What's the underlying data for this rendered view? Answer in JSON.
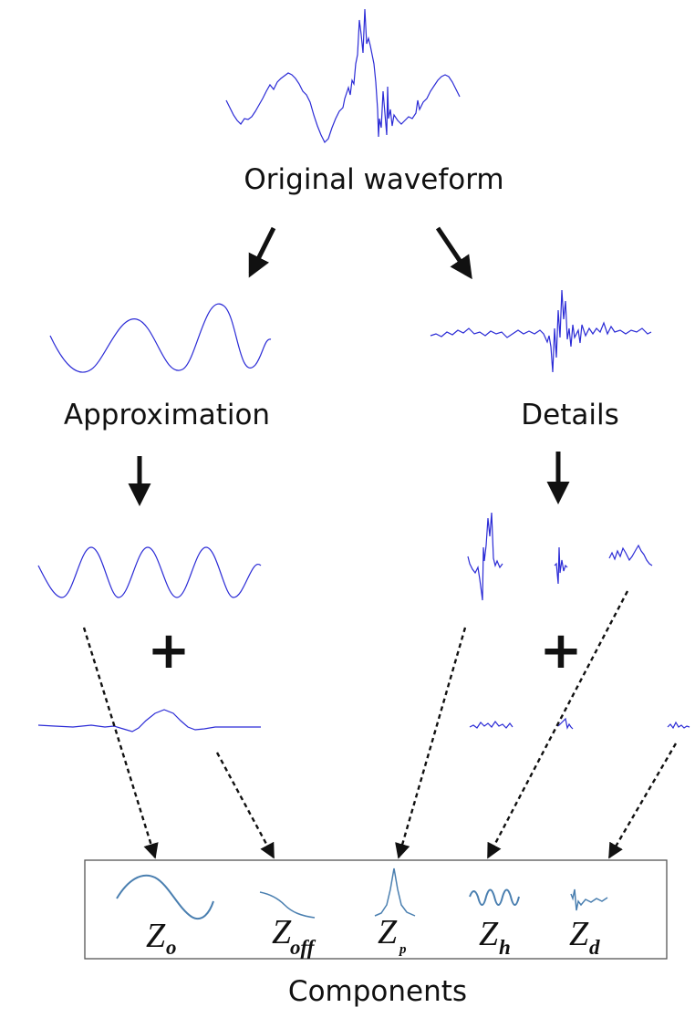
{
  "labels": {
    "original": "Original waveform",
    "approximation": "Approximation",
    "details": "Details",
    "components": "Components",
    "plus": "+"
  },
  "components": [
    {
      "base": "Z",
      "sub": "o"
    },
    {
      "base": "Z",
      "sub": "off"
    },
    {
      "base": "Z",
      "sub": "p"
    },
    {
      "base": "Z",
      "sub": "h"
    },
    {
      "base": "Z",
      "sub": "d"
    }
  ],
  "colors": {
    "wave": "#2b2bd6",
    "component_wave": "#4a7fb0",
    "arrow": "#111111",
    "box_border": "#555555",
    "text": "#111111"
  }
}
